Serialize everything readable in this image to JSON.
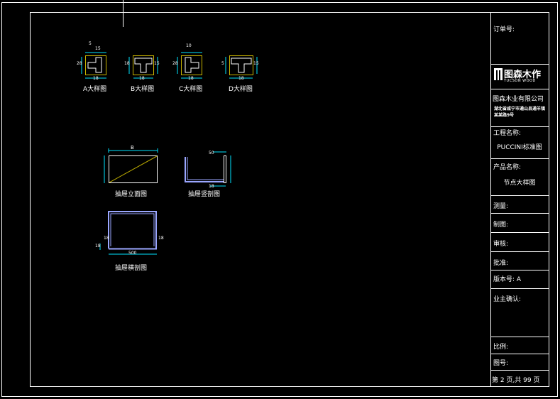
{
  "colors": {
    "background": "#000000",
    "frame": "#ffffff",
    "dimension": "#00e5ff",
    "detail_box": "#c8b400",
    "diagonal": "#b8a800",
    "profile": "#9aa6ff"
  },
  "details": [
    {
      "id": "A",
      "label": "A大样图"
    },
    {
      "id": "B",
      "label": "B大样图"
    },
    {
      "id": "C",
      "label": "C大样图"
    },
    {
      "id": "D",
      "label": "D大样图"
    }
  ],
  "drawer_views": {
    "elevation_label": "抽屉立面图",
    "vertical_section_label": "抽屉竖剖图",
    "horizontal_section_label": "抽屉横剖图",
    "elevation_width": "B",
    "section_width": "500"
  },
  "title_block": {
    "order_no": "订单号:",
    "logo_text": "图森木作",
    "logo_sub": "TUCSON WOOD",
    "company": "图森木业有限公司",
    "address": "湖北省咸宁市通山县通羊镇某某路9号",
    "project_name_label": "工程名称:",
    "project_name_value": "PUCCINI标准图",
    "product_name_label": "产品名称:",
    "product_name_value": "节点大样图",
    "survey": "测量:",
    "drafting": "制图:",
    "review": "审核:",
    "approval": "批准:",
    "version": "版本号:  A",
    "owner_confirm": "业主确认:",
    "scale": "比例:",
    "drawing_no": "图号:",
    "page": "第 2 页,共 99 页"
  }
}
